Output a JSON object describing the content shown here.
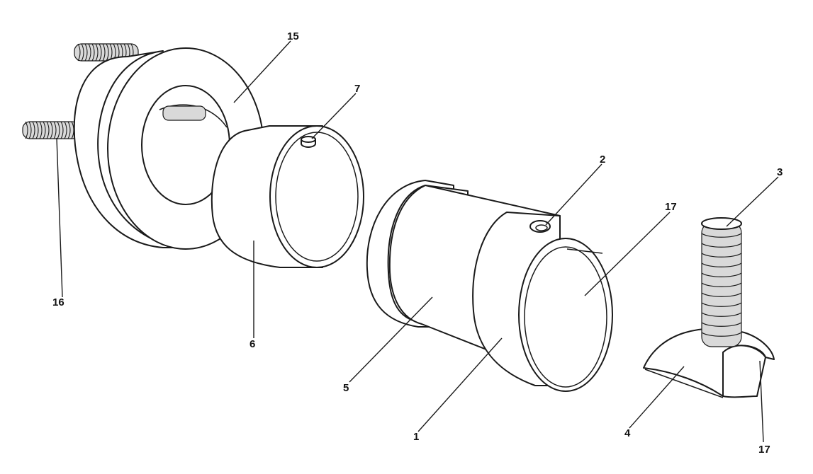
{
  "labels": {
    "l1": "1",
    "l2": "2",
    "l3": "3",
    "l4": "4",
    "l5": "5",
    "l6": "6",
    "l7": "7",
    "l15": "15",
    "l16": "16",
    "l17a": "17",
    "l17b": "17"
  },
  "colors": {
    "line": "#1a1a1a",
    "fill": "#ffffff",
    "thread": "#d9d9d9"
  }
}
